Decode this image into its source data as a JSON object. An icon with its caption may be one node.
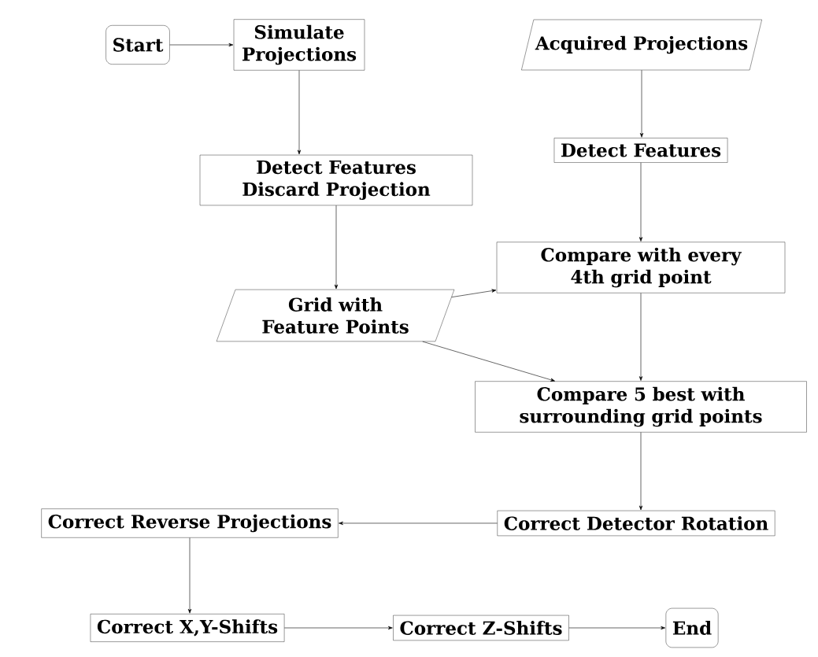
{
  "diagram": {
    "nodes": [
      {
        "text": [
          "Start"
        ]
      },
      {
        "text": [
          "Simulate Projections"
        ]
      },
      {
        "text": [
          "Acquired Projections"
        ]
      },
      {
        "text": [
          "Detect Features Discard Projection"
        ]
      },
      {
        "text": [
          "Detect Features"
        ]
      },
      {
        "text": [
          "Grid with Feature Points"
        ]
      },
      {
        "text": [
          "Compare with every 4th grid point"
        ]
      },
      {
        "text": [
          "Compare 5 best with surrounding grid points"
        ]
      },
      {
        "text": [
          "Correct Detector Rotation"
        ]
      },
      {
        "text": [
          "Correct Reverse Projections"
        ]
      },
      {
        "text": [
          "Correct X,Y-Shifts"
        ]
      },
      {
        "text": [
          "Correct Z-Shifts"
        ]
      },
      {
        "text": [
          "End"
        ]
      }
    ],
    "edges": [
      {
        "from": 0,
        "to": 1,
        "arrow": "to"
      },
      {
        "from": 1,
        "to": 3,
        "arrow": "to"
      },
      {
        "from": 2,
        "to": 4,
        "arrow": "to"
      },
      {
        "from": 3,
        "to": 5,
        "arrow": "to"
      },
      {
        "from": 4,
        "to": 6,
        "arrow": "to"
      },
      {
        "from": 5,
        "to": 6,
        "arrow": "to"
      },
      {
        "from": 5,
        "to": 7,
        "arrow": "to"
      },
      {
        "from": 6,
        "to": 7,
        "arrow": "to"
      },
      {
        "from": 7,
        "to": 8,
        "arrow": "to"
      },
      {
        "from": 8,
        "to": 9,
        "arrow": "to"
      },
      {
        "from": 9,
        "to": 10,
        "arrow": "to"
      },
      {
        "from": 10,
        "to": 11,
        "arrow": "to"
      },
      {
        "from": 11,
        "to": 12,
        "arrow": "to"
      }
    ]
  }
}
